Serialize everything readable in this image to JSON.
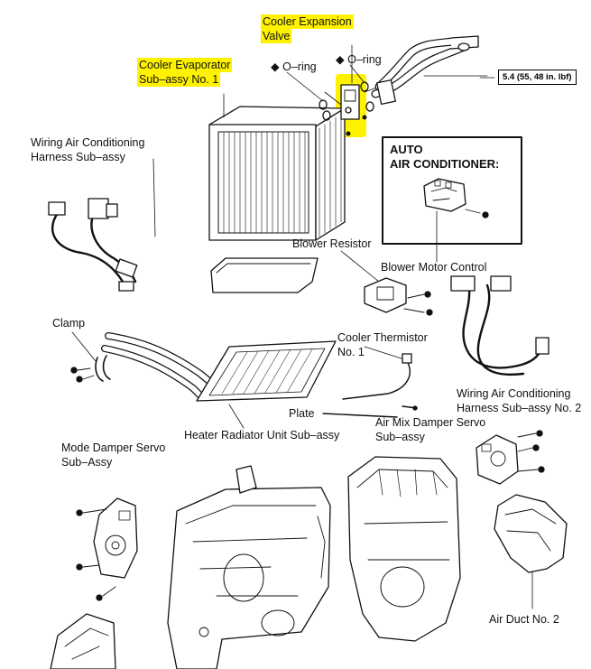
{
  "labels": {
    "cooler_expansion_valve": [
      "Cooler Expansion",
      "Valve"
    ],
    "cooler_evaporator": [
      "Cooler Evaporator",
      "Sub–assy No. 1"
    ],
    "oring_left": "O–ring",
    "oring_right": "O–ring",
    "torque_spec": "5.4 (55, 48 in. lbf)",
    "wiring_harness_1": [
      "Wiring Air Conditioning",
      "Harness Sub–assy"
    ],
    "auto_ac": [
      "AUTO",
      "AIR CONDITIONER:"
    ],
    "blower_resistor": "Blower Resistor",
    "blower_motor_control": "Blower Motor Control",
    "clamp": "Clamp",
    "cooler_thermistor": [
      "Cooler Thermistor",
      "No. 1"
    ],
    "wiring_harness_2": [
      "Wiring Air Conditioning",
      "Harness Sub–assy No. 2"
    ],
    "plate": "Plate",
    "air_mix_damper": [
      "Air Mix Damper Servo",
      "Sub–assy"
    ],
    "heater_radiator": "Heater Radiator Unit Sub–assy",
    "mode_damper": [
      "Mode Damper Servo",
      "Sub–Assy"
    ],
    "air_duct": "Air Duct No. 2"
  },
  "colors": {
    "highlight": "#fff200",
    "ink": "#111111"
  },
  "symbols": {
    "non_reusable_part": "◆"
  }
}
